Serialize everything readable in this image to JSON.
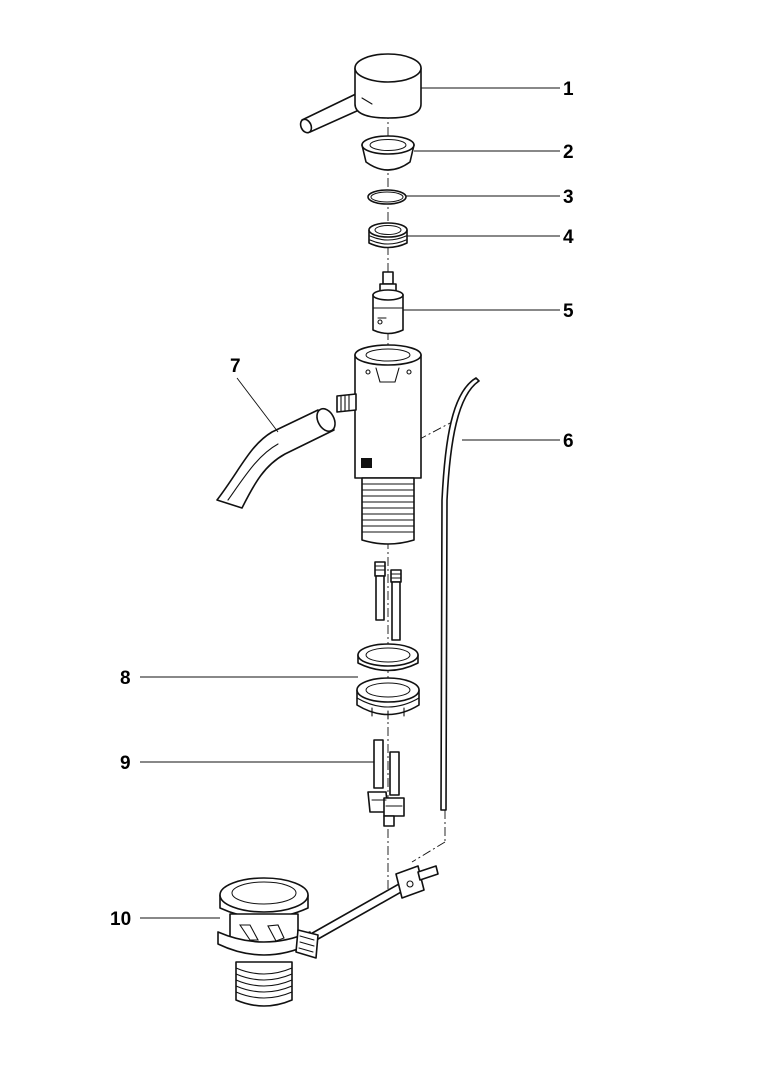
{
  "parts": [
    {
      "number": "1",
      "icon": "lever-handle-icon"
    },
    {
      "number": "2",
      "icon": "cover-cap-icon"
    },
    {
      "number": "3",
      "icon": "o-ring-icon"
    },
    {
      "number": "4",
      "icon": "threaded-nut-icon"
    },
    {
      "number": "5",
      "icon": "cartridge-icon"
    },
    {
      "number": "6",
      "icon": "pop-up-rod-icon"
    },
    {
      "number": "7",
      "icon": "spout-icon"
    },
    {
      "number": "8",
      "icon": "gasket-and-lock-nut-icon"
    },
    {
      "number": "9",
      "icon": "connection-hoses-icon"
    },
    {
      "number": "10",
      "icon": "waste-valve-icon"
    }
  ],
  "colors": {
    "line": "#111111",
    "background": "#ffffff"
  }
}
